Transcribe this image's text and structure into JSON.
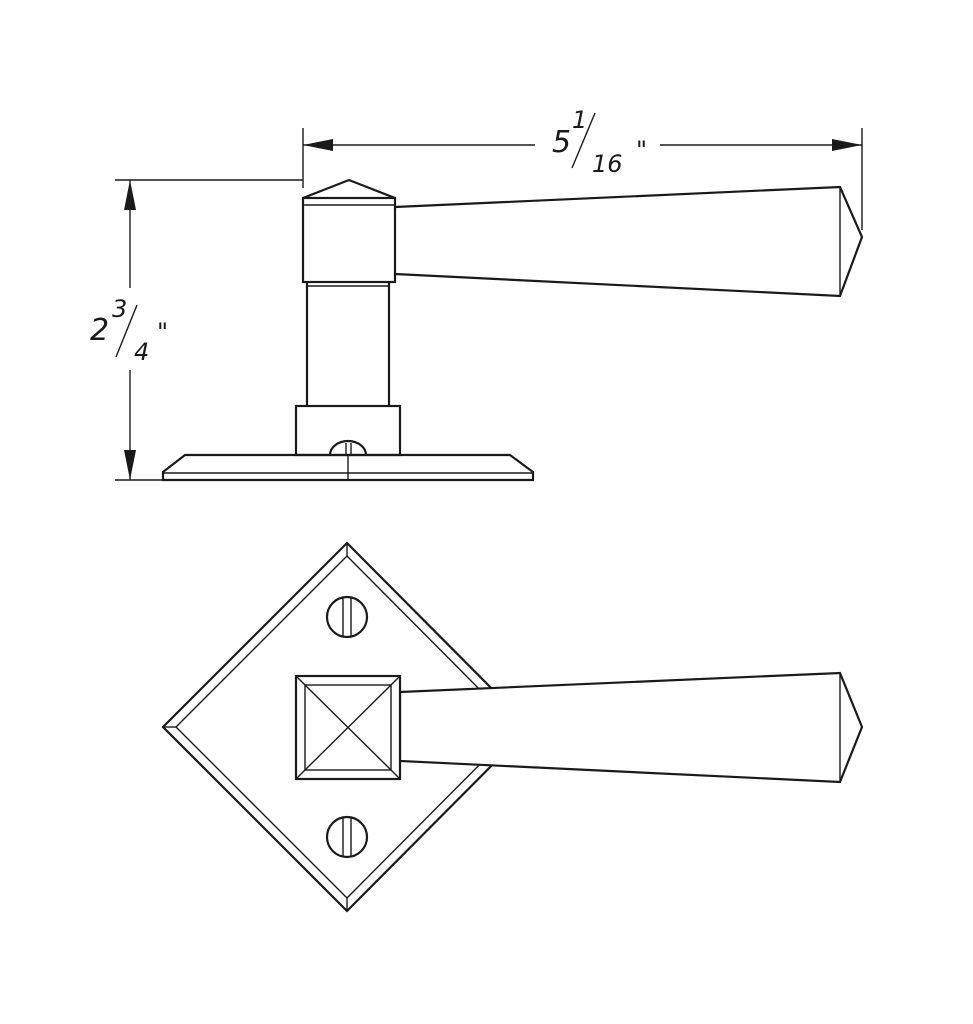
{
  "dimensions": {
    "width": {
      "whole": "5",
      "numerator": "1",
      "denominator": "16",
      "unit": "\""
    },
    "height": {
      "whole": "2",
      "numerator": "3",
      "denominator": "4",
      "unit": "\""
    }
  },
  "colors": {
    "line": "#1a1a1a",
    "background": "#ffffff"
  }
}
